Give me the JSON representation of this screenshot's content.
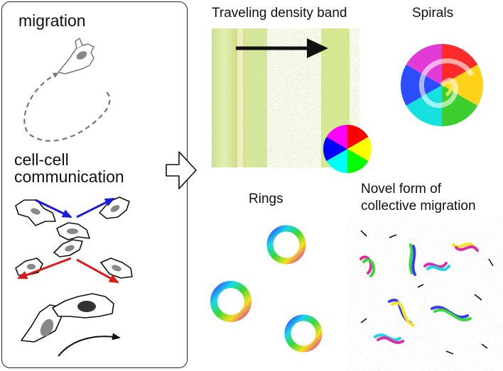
{
  "left_panel": {
    "migration_label": "migration",
    "communication_label_line1": "cell-cell",
    "communication_label_line2": "communication"
  },
  "patterns": {
    "band_title": "Traveling density band",
    "spirals_title": "Spirals",
    "rings_title": "Rings",
    "novel_title_line1": "Novel form of",
    "novel_title_line2": "collective migration"
  },
  "colors": {
    "incoming_signal": "#1a1adc",
    "outgoing_signal": "#e01818",
    "cell_fill": "#ffffff",
    "nucleus_fill": "#888888"
  }
}
